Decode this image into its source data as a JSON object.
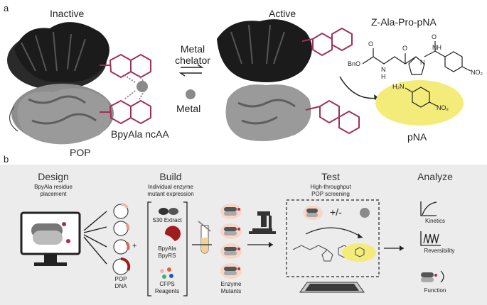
{
  "panel_a": {
    "label": "a",
    "inactive": "Inactive",
    "active": "Active",
    "metal_chelator": [
      "Metal",
      "chelator"
    ],
    "metal": "Metal",
    "bpyala": "BpyAla ncAA",
    "pop": "POP",
    "substrate": "Z-Ala-Pro-pNA",
    "bno": "BnO",
    "pna": "pNA",
    "h2n": "H₂N",
    "no2": "NO₂",
    "nh": "NH",
    "n": "N",
    "h": "H",
    "o": "O",
    "colors": {
      "protein_dark": "#1b1b1b",
      "protein_light": "#8d8d8d",
      "bpy": "#a0305a",
      "metal": "#8a8a8a",
      "product": "#f3ec7a"
    }
  },
  "panel_b": {
    "label": "b",
    "design": {
      "title": "Design",
      "sub": [
        "BpyAla residue",
        "placement"
      ]
    },
    "build": {
      "title": "Build",
      "sub": [
        "Individual enzyme",
        "mutant expression"
      ],
      "s30": "S30 Extract",
      "bpyala": "BpyAla",
      "bpyrs": "BpyRS",
      "cfps": "CFPS",
      "reagents": "Reagents",
      "pop_dna": [
        "POP",
        "DNA"
      ],
      "plus": "+",
      "enzyme_mutants": [
        "Enzyme",
        "Mutants"
      ]
    },
    "test": {
      "title": "Test",
      "sub": [
        "High-throughput",
        "POP screening"
      ],
      "plusminus": "+/-"
    },
    "analyze": {
      "title": "Analyze",
      "kinetics": "Kinetics",
      "reversibility": "Reversibility",
      "function": "Function"
    }
  }
}
